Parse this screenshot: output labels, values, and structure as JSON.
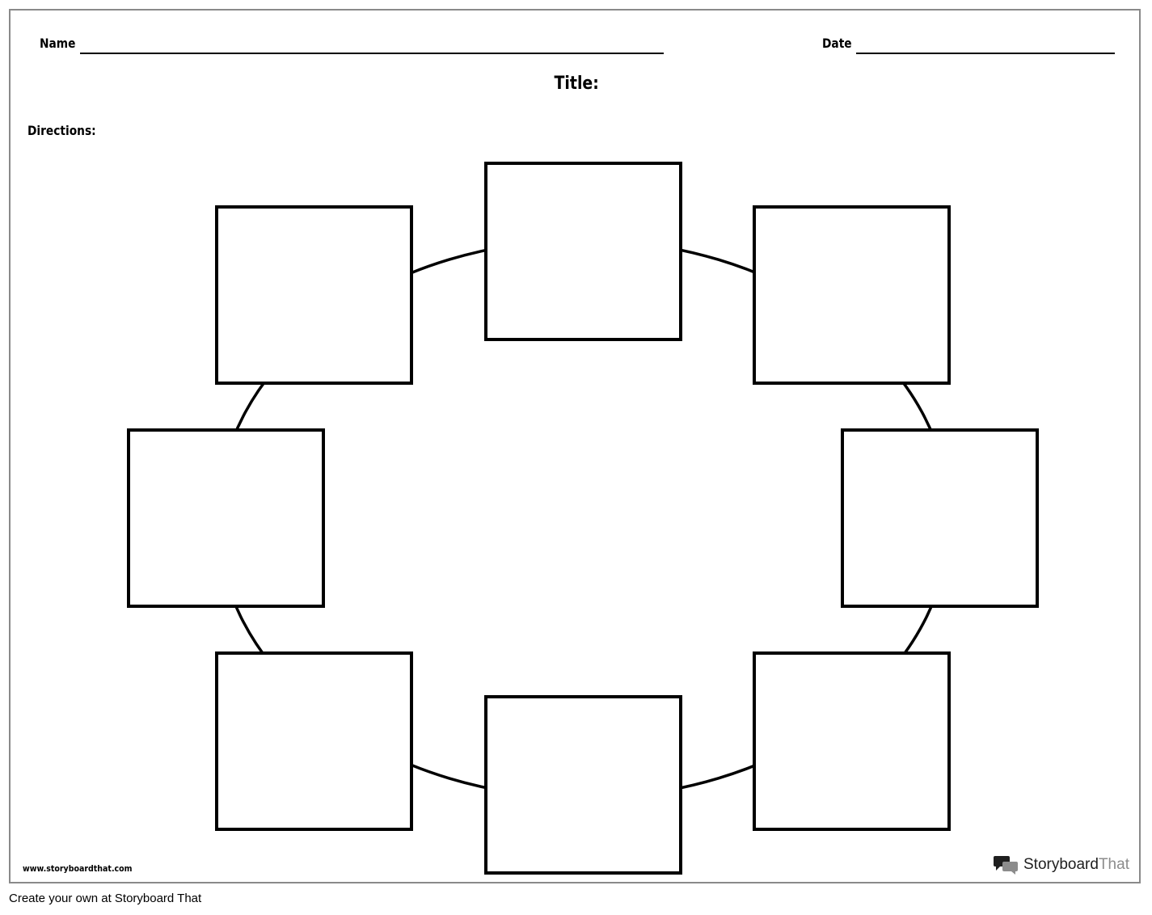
{
  "worksheet": {
    "name_label": "Name",
    "date_label": "Date",
    "title_label": "Title:",
    "directions_label": "Directions:",
    "website": "www.storyboardthat.com"
  },
  "diagram": {
    "box_count": 8
  },
  "branding": {
    "logo_text_dark": "Storyboard",
    "logo_text_light": "That",
    "logo_icon": "speech-bubbles-icon"
  },
  "footer": {
    "text": "Create your own at Storyboard That"
  },
  "colors": {
    "border": "#8a8a8a",
    "ink": "#000000",
    "logo_gray": "#8c8c8c"
  }
}
